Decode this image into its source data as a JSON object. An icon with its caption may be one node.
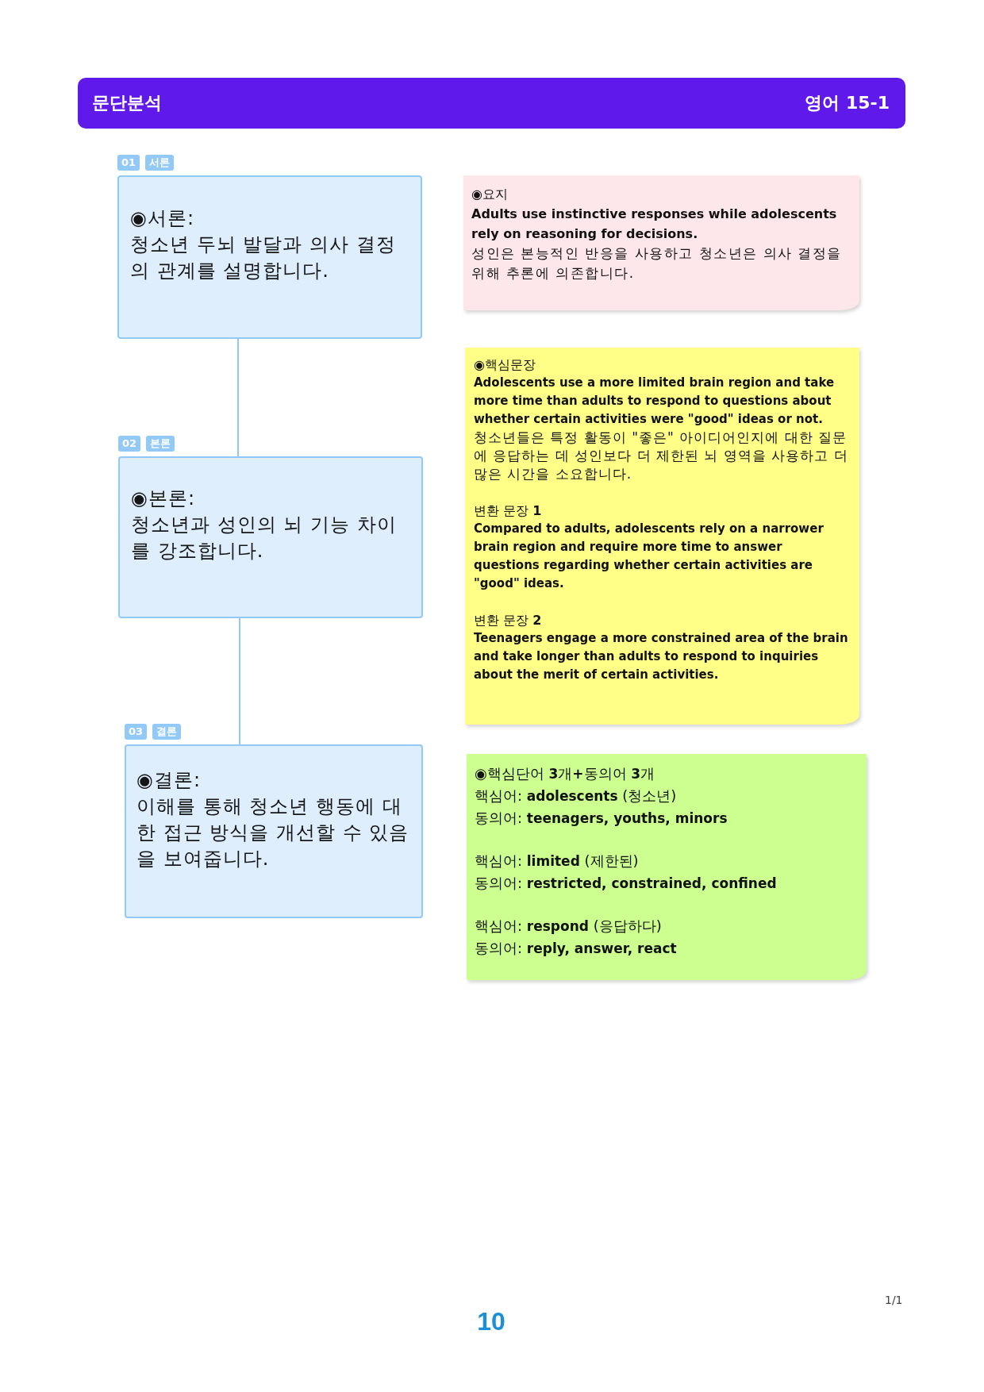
{
  "diagram": {
    "title": "문단분석",
    "nodes": [
      {
        "text": [
          "◉서론:",
          "청소년 두뇌 발달과 의사 결정의 관계를 설명합니다."
        ],
        "beside": [
          "01",
          "서론"
        ]
      },
      {
        "text": [
          "◉본론:",
          "청소년과 성인의 뇌 기능 차이를 강조합니다."
        ],
        "beside": [
          "02",
          "본론"
        ]
      },
      {
        "text": [
          "◉결론:",
          "이해를 통해 청소년 행동에 대한 접근 방식을 개선할 수 있음을 보여줍니다."
        ],
        "beside": [
          "03",
          "결론"
        ]
      },
      {
        "text": [
          "◉요지",
          "Adults use instinctive responses while adolescents rely on reasoning for decisions.",
          "성인은 본능적인 반응을 사용하고 청소년은 의사 결정을 위해 추론에 의존합니다."
        ]
      },
      {
        "text": [
          "◉핵심문장",
          "Adolescents use a more limited brain region and take more time than adults to respond to questions about whether certain activities were \"good\" ideas or not.",
          "청소년들은 특정 활동이 \"좋은\" 아이디어인지에 대한 질문에 응답하는 데 성인보다 더 제한된 뇌 영역을 사용하고 더 많은 시간을 소요합니다.",
          "변환 문장 **1**",
          "Compared to adults, adolescents rely on a narrower brain region and require more time to answer questions regarding whether certain activities are \"good\" ideas.",
          "변환 문장 **2**",
          "Teenagers engage a more constrained area of the brain and take longer than adults to respond to inquiries about the merit of certain activities."
        ]
      },
      {
        "text": [
          "◉핵심단어 **3**개**+**동의어 **3**개",
          "핵심어: **adolescents** (청소년)",
          "동의어: **teenagers, youths, minors**",
          "핵심어: **limited** (제한된)",
          "동의어: **restricted, constrained, confined**",
          "핵심어: **respond** (응답하다)",
          "동의어: **reply, answer, react**"
        ]
      }
    ],
    "edges": [
      {
        "from": 0,
        "to": 1,
        "arrow": "none"
      },
      {
        "from": 1,
        "to": 2,
        "arrow": "none"
      }
    ],
    "labels": [
      "영어 15-1",
      "10",
      "1/1"
    ]
  }
}
